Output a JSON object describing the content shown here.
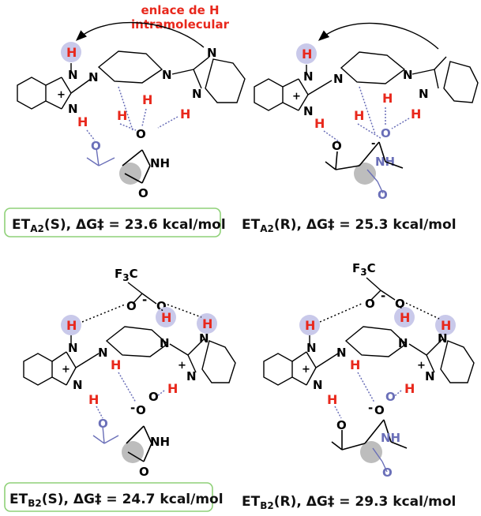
{
  "annotation": {
    "line1": "enlace de H",
    "line2": "intramolecular"
  },
  "atoms": {
    "H": "H",
    "N": "N",
    "O": "O",
    "NH": "NH",
    "plus": "+",
    "minus": "-",
    "F3C_f": "F",
    "F3C_sub": "3",
    "F3C_c": "C"
  },
  "panels": [
    {
      "id": "A2S",
      "label_main": "ET",
      "label_sub": "A2",
      "label_rest": "(S), ΔG‡ = 23.6 kcal/mol",
      "boxed": true
    },
    {
      "id": "A2R",
      "label_main": "ET",
      "label_sub": "A2",
      "label_rest": "(R), ΔG‡ = 25.3 kcal/mol",
      "boxed": false
    },
    {
      "id": "B2S",
      "label_main": "ET",
      "label_sub": "B2",
      "label_rest": "(S), ΔG‡ = 24.7 kcal/mol",
      "boxed": true
    },
    {
      "id": "B2R",
      "label_main": "ET",
      "label_sub": "B2",
      "label_rest": "(R), ΔG‡ = 29.3 kcal/mol",
      "boxed": false
    }
  ],
  "colors": {
    "hbond_red": "#e8281c",
    "substrate_blue": "#6a6fb8",
    "highlight_circle": "#c9c9ea",
    "grey_circle": "#bdbdbd",
    "box_border": "#8fd178"
  }
}
